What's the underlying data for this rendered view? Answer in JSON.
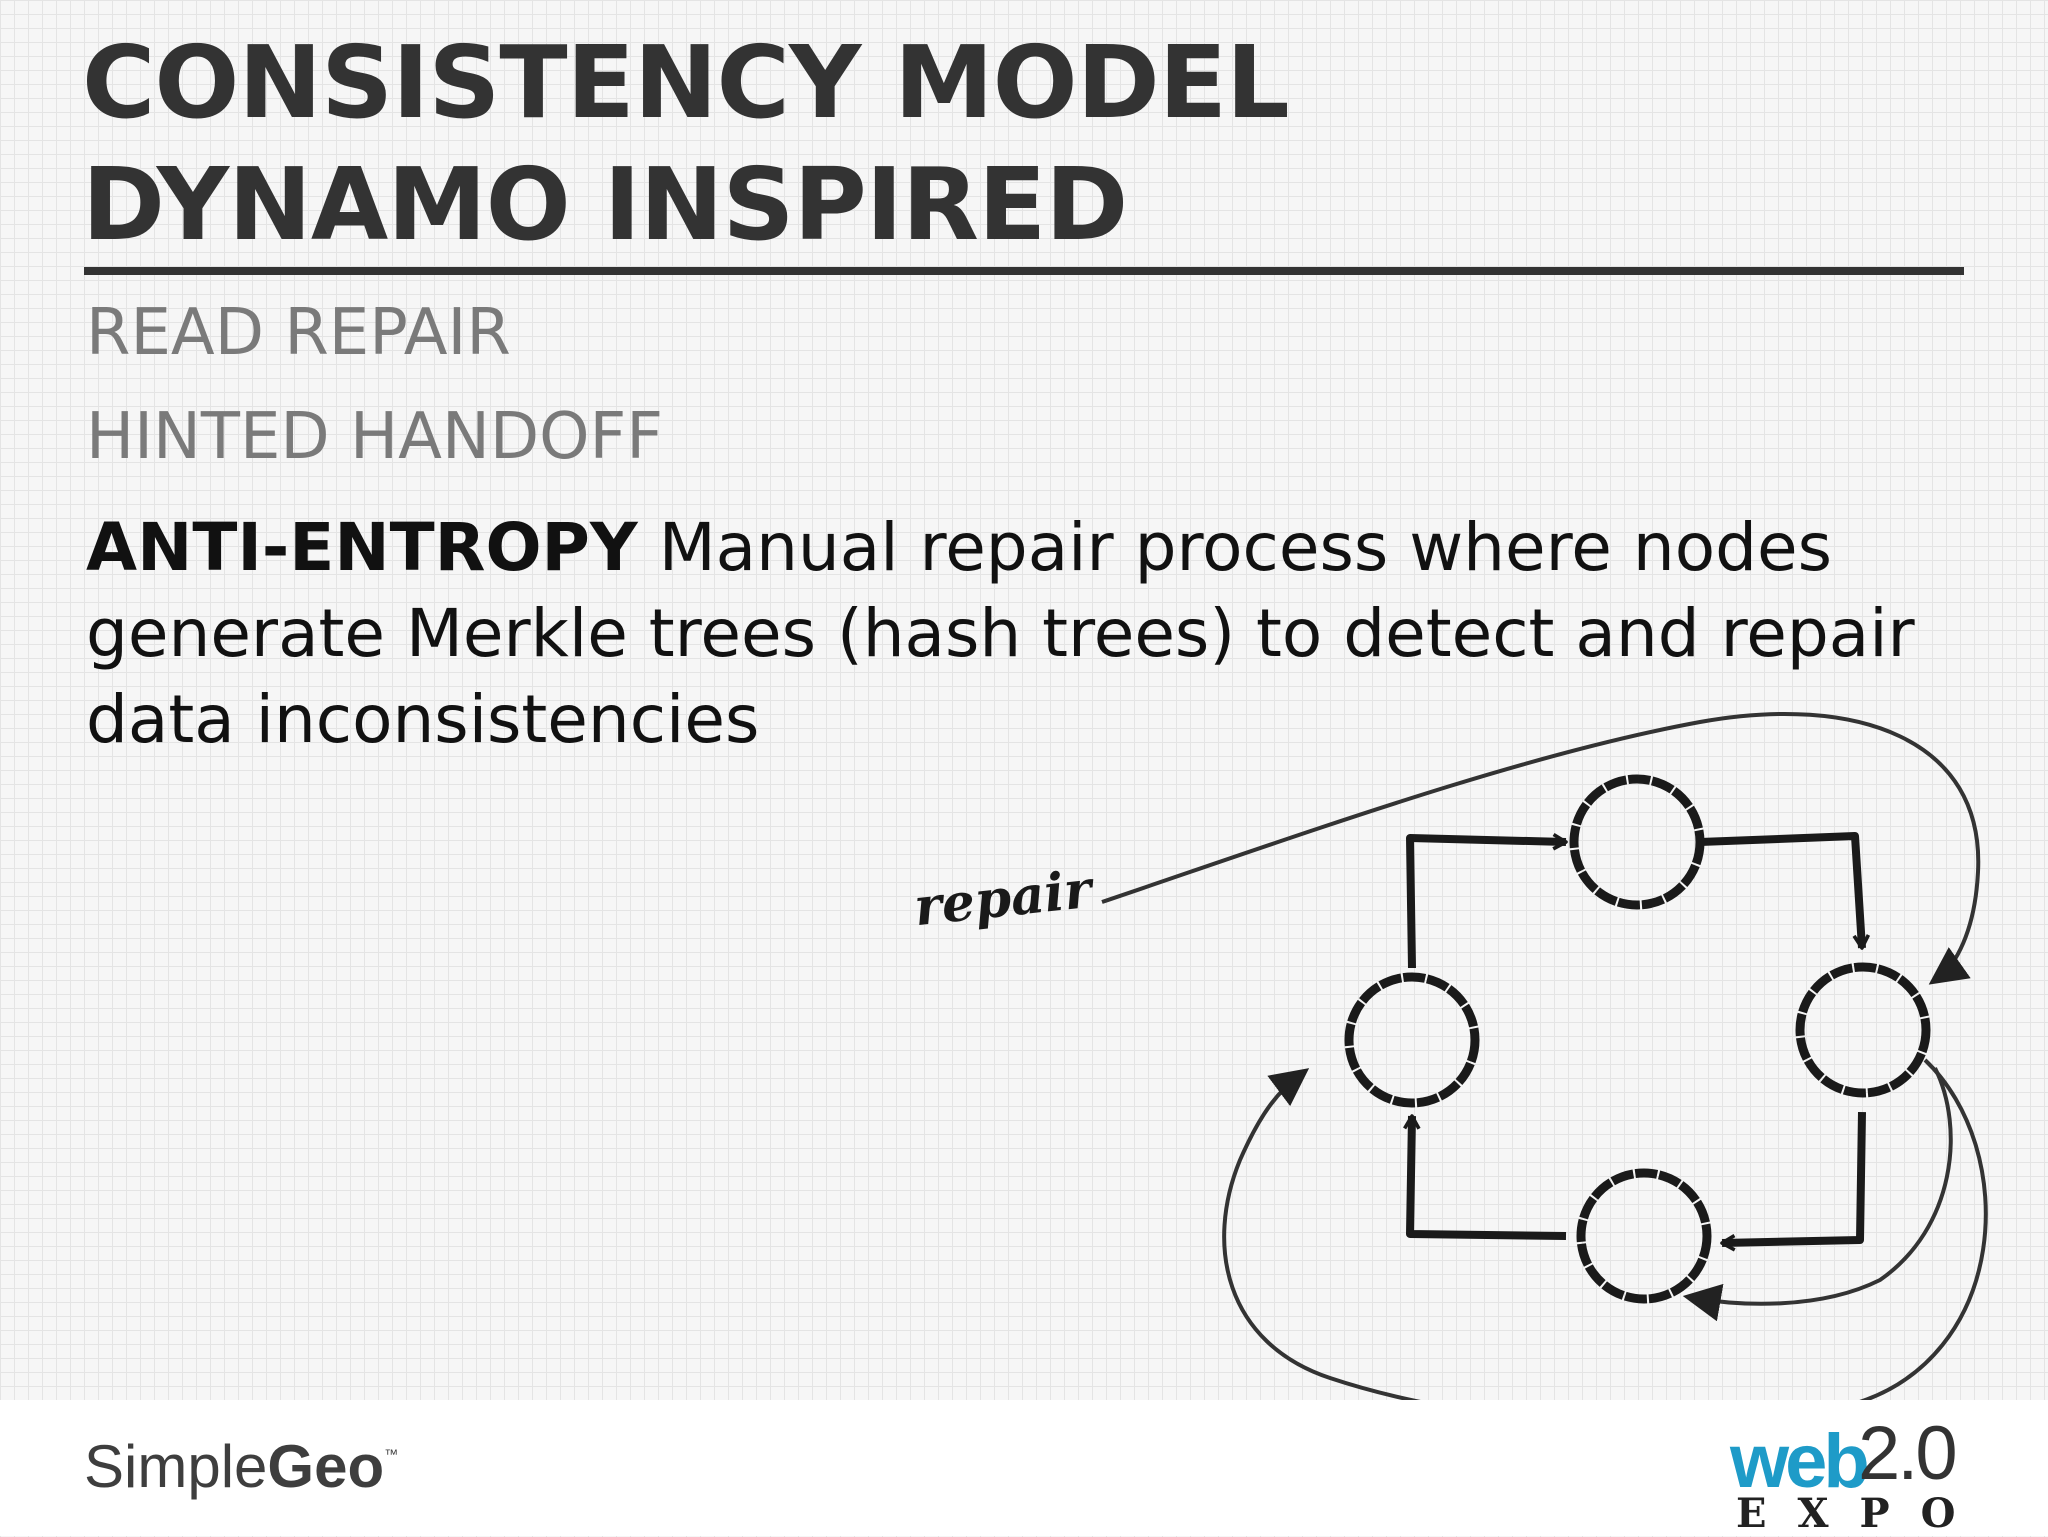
{
  "title": {
    "line1": "CONSISTENCY MODEL",
    "line2": "DYNAMO INSPIRED"
  },
  "bullets": {
    "read_repair": "READ REPAIR",
    "hinted_handoff": "HINTED HANDOFF",
    "anti_entropy_term": "ANTI-ENTROPY",
    "anti_entropy_text": " Manual repair process where nodes generate Merkle trees (hash trees) to detect and repair data inconsistencies"
  },
  "diagram": {
    "repair_label": "repair",
    "node_count": 4
  },
  "footer": {
    "brand_light": "Simple",
    "brand_bold": "Geo",
    "brand_tm": "™",
    "expo_web": "web",
    "expo_version": "2.0",
    "expo_word": "EXPO"
  },
  "colors": {
    "title": "#333333",
    "muted_text": "#7a7a7a",
    "body_text": "#111111",
    "expo_blue": "#1e9bc8"
  }
}
